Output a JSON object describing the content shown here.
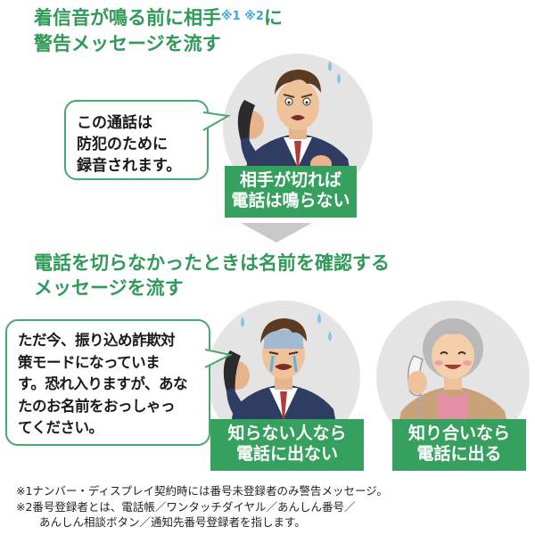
{
  "section1": {
    "heading_line1": "着信音が鳴る前に相手",
    "heading_sup": "※1 ※2",
    "heading_after_sup": "に",
    "heading_line2": "警告メッセージを流す",
    "bubble_lines": [
      "この通話は",
      "防犯のために",
      "録音されます。"
    ],
    "tag_lines": [
      "相手が切れば",
      "電話は鳴らない"
    ]
  },
  "section2": {
    "heading_line1": "電話を切らなかったときは名前を確認する",
    "heading_line2": "メッセージを流す",
    "bubble_lines": [
      "ただ今、振り込め詐欺対",
      "策モードになっていま",
      "す。恐れ入りますが、あな",
      "たのお名前をおっしゃっ",
      "てください。"
    ],
    "tag_unknown_lines": [
      "知らない人なら",
      "電話に出ない"
    ],
    "tag_known_lines": [
      "知り合いなら",
      "電話に出る"
    ]
  },
  "notes": {
    "note1": "※1ナンバー・ディスプレイ契約時には番号未登録者のみ警告メッセージ。",
    "note2_line1": "※2番号登録者とは、電話帳／ワンタッチダイヤル／あんしん番号／",
    "note2_line2": "あんしん相談ボタン／通知先番号登録者を指します。"
  },
  "colors": {
    "accent_green": "#36a05e",
    "heading_green": "#2f9a57",
    "sup_blue": "#3aa7d9",
    "circle_gray": "#e4e4e4",
    "arrow_gray": "#c9c9c9"
  },
  "icons": [
    "scared-man-phone-icon",
    "crying-man-phone-icon",
    "smiling-elderly-woman-phone-icon",
    "down-arrow-icon"
  ]
}
